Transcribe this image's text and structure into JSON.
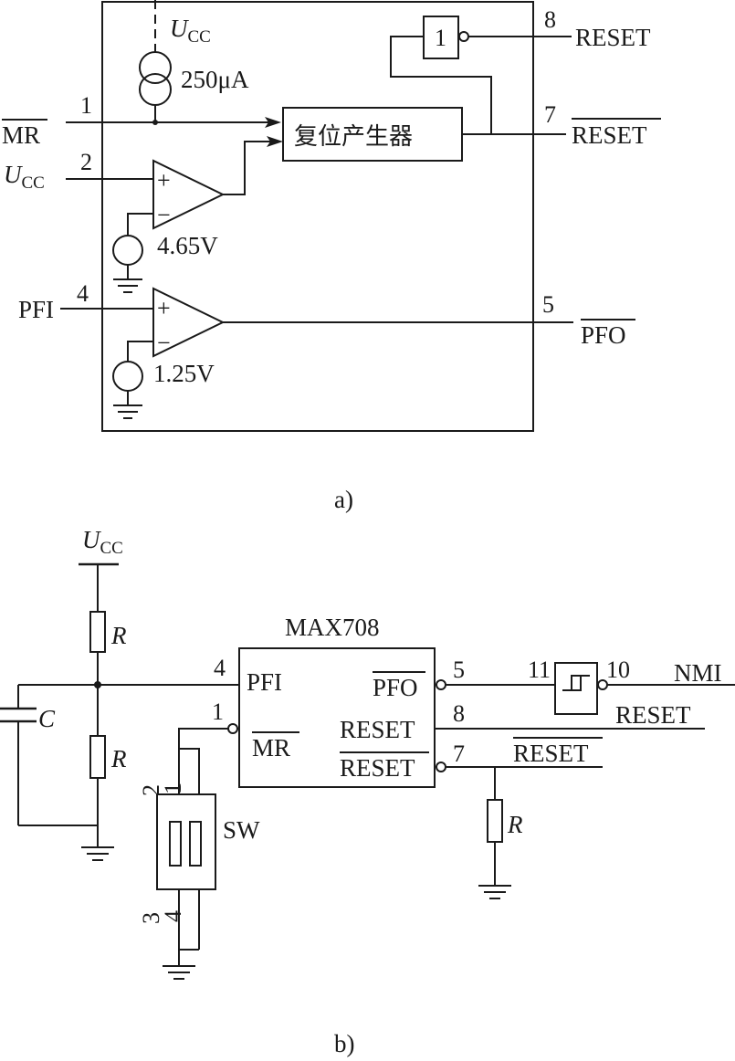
{
  "part_a": {
    "caption": "a)",
    "current_source": {
      "label": "250μA"
    },
    "supply": {
      "main": "U",
      "sub": "CC"
    },
    "reset_generator": {
      "label": "复位产生器"
    },
    "inverter": {
      "label": "1"
    },
    "comparator1": {
      "plus": "+",
      "minus": "−",
      "reference": "4.65V"
    },
    "comparator2": {
      "plus": "+",
      "minus": "−",
      "reference": "1.25V"
    },
    "pins": {
      "mr": {
        "number": "1",
        "name": "MR"
      },
      "ucc": {
        "number": "2",
        "name_main": "U",
        "name_sub": "CC"
      },
      "pfi": {
        "number": "4",
        "name": "PFI"
      },
      "pfo": {
        "number": "5",
        "name": "PFO"
      },
      "reset_n": {
        "number": "7",
        "name": "RESET"
      },
      "reset": {
        "number": "8",
        "name": "RESET"
      }
    }
  },
  "part_b": {
    "caption": "b)",
    "chip": {
      "name": "MAX708",
      "pfi": "PFI",
      "mr": "MR",
      "pfo": "PFO",
      "reset": "RESET",
      "reset_n": "RESET"
    },
    "pin_numbers": {
      "pfi": "4",
      "mr": "1",
      "pfo": "5",
      "reset": "8",
      "reset_n": "7"
    },
    "supply": {
      "main": "U",
      "sub": "CC"
    },
    "resistor_label": "R",
    "capacitor_label": "C",
    "switch": {
      "label": "SW",
      "pins": [
        "2",
        "1",
        "3",
        "4"
      ]
    },
    "schmitt": {
      "input_pin": "11",
      "output_pin": "10",
      "symbol": "⎍"
    },
    "outputs": {
      "nmi": "NMI",
      "reset": "RESET",
      "reset_n": "RESET"
    }
  }
}
